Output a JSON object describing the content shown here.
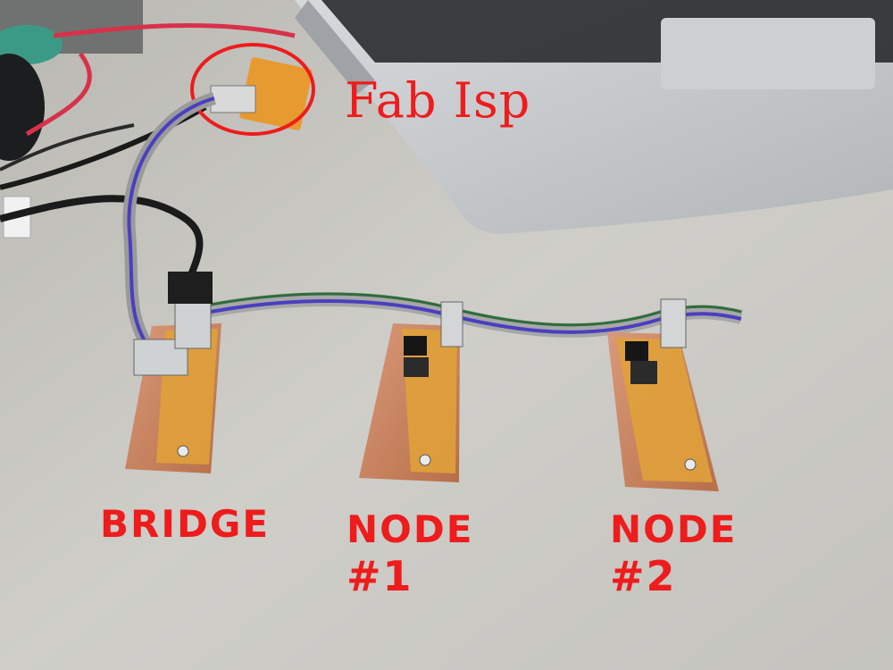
{
  "labels": {
    "fab_isp": "Fab Isp",
    "bridge": "BRIDGE",
    "node1_title": "NODE",
    "node1_number": "#1",
    "node2_title": "NODE",
    "node2_number": "#2"
  },
  "colors": {
    "annotation": "#ee1c1c",
    "copper": "#c9875a",
    "laptop": "#c4c7ca",
    "table": "#c9c8c3"
  }
}
